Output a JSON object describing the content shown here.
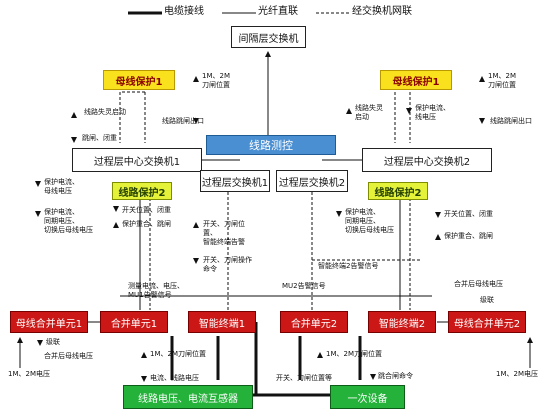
{
  "legend": {
    "cable": "电缆接线",
    "fiber": "光纤直联",
    "network": "经交换机网联"
  },
  "boxes": {
    "bay_switch": "间隔层交换机",
    "busbar_prot_l": "母线保护1",
    "busbar_prot_r": "母线保护1",
    "line_mc": "线路测控",
    "proc_center_sw1": "过程层中心交换机1",
    "proc_center_sw2": "过程层中心交换机2",
    "proc_sw1": "过程层交换机1",
    "proc_sw2": "过程层交换机2",
    "line_prot_l": "线路保护2",
    "line_prot_r": "线路保护2",
    "bus_mu1": "母线合并单元1",
    "mu1": "合并单元1",
    "st1": "智能终端1",
    "mu2": "合并单元2",
    "st2": "智能终端2",
    "bus_mu2": "母线合并单元2",
    "line_vt_ct": "线路电压、电流互感器",
    "primary": "一次设备"
  },
  "labels": {
    "l1": [
      "1M、2M",
      "刀闸位置"
    ],
    "l2": [
      "线路失灵启动"
    ],
    "l3": [
      "跳闸、闭重"
    ],
    "l4": [
      "线路跳闸出口"
    ],
    "l5": [
      "保护电流、",
      "母线电压"
    ],
    "l6": [
      "开关位置、闭重"
    ],
    "l7": [
      "保护电流、",
      "同期电压、",
      "切换后母线电压"
    ],
    "l8": [
      "保护重合、跳闸"
    ],
    "l9": [
      "开关、刀闸位",
      "置、",
      "智能终端告警"
    ],
    "l10": [
      "开关、刀闸操作",
      "命令"
    ],
    "l11": [
      "测量电流、电压、",
      "MU1告警信号"
    ],
    "l12": [
      "级联"
    ],
    "l13": [
      "合并后母线电压"
    ],
    "l14": [
      "1M、2M电压"
    ],
    "l15": [
      "1M、2M刀闸位置"
    ],
    "l16": [
      "电流、线路电压"
    ],
    "r1": [
      "1M、2M",
      "刀闸位置"
    ],
    "r2": [
      "线路失灵",
      "启动"
    ],
    "r3": [
      "保护电流、",
      "线电压"
    ],
    "r4": [
      "线路跳闸出口"
    ],
    "r5": [
      "开关位置、闭重"
    ],
    "r6": [
      "保护电流、",
      "同期电压、",
      "切换后母线电压"
    ],
    "r7": [
      "保护重合、跳闸"
    ],
    "r8": [
      "智能终端2告警信号"
    ],
    "r9": [
      "MU2告警信号"
    ],
    "r10": [
      "合并后母线电压"
    ],
    "r11": [
      "级联"
    ],
    "r12": [
      "1M、2M刀闸位置"
    ],
    "r13": [
      "开关、刀闸位置等"
    ],
    "r14": [
      "跳合闸命令"
    ],
    "r15": [
      "1M、2M电压"
    ]
  }
}
